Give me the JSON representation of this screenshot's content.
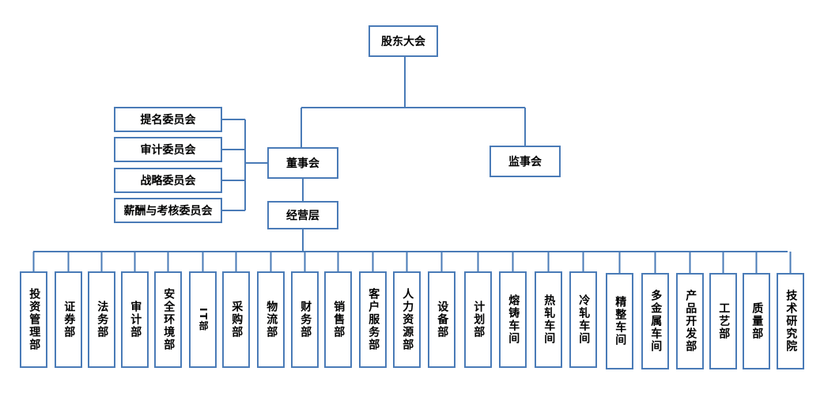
{
  "colors": {
    "line": "#4a7bb7",
    "box_border": "#4a7bb7",
    "box_fill": "#ffffff"
  },
  "top": {
    "shareholders": "股东大会",
    "board": "董事会",
    "supervisors": "监事会",
    "management": "经营层"
  },
  "committees": [
    "提名委员会",
    "审计委员会",
    "战略委员会",
    "薪酬与考核委员会"
  ],
  "departments": [
    "投资管理部",
    "证券部",
    "法务部",
    "审计部",
    "安全环境部",
    "IT部",
    "采购部",
    "物流部",
    "财务部",
    "销售部",
    "客户服务部",
    "人力资源部",
    "设备部",
    "计划部",
    "熔铸车间",
    "热轧车间",
    "冷轧车间",
    "精整车间",
    "多金属车间",
    "产品开发部",
    "工艺部",
    "质量部",
    "技术研究院"
  ]
}
